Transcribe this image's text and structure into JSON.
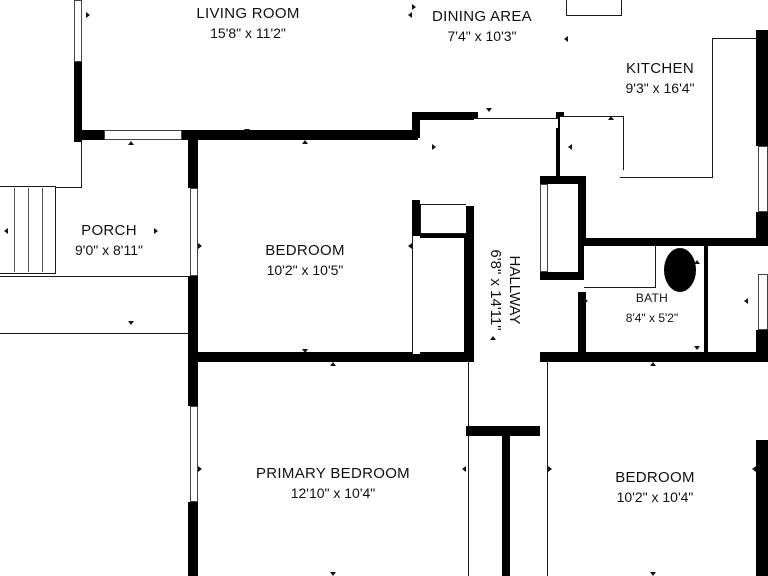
{
  "rooms": {
    "living_room": {
      "name": "LIVING ROOM",
      "dims": "15'8\" x 11'2\""
    },
    "dining_area": {
      "name": "DINING AREA",
      "dims": "7'4\" x 10'3\""
    },
    "kitchen": {
      "name": "KITCHEN",
      "dims": "9'3\" x 16'4\""
    },
    "porch": {
      "name": "PORCH",
      "dims": "9'0\" x 8'11\""
    },
    "bedroom_1": {
      "name": "BEDROOM",
      "dims": "10'2\" x 10'5\""
    },
    "hallway": {
      "name": "HALLWAY",
      "dims": "6'8\" x 14'11\""
    },
    "bath": {
      "name": "BATH",
      "dims": "8'4\" x 5'2\""
    },
    "primary_bedroom": {
      "name": "PRIMARY BEDROOM",
      "dims": "12'10\" x 10'4\""
    },
    "bedroom_2": {
      "name": "BEDROOM",
      "dims": "10'2\" x 10'4\""
    }
  }
}
